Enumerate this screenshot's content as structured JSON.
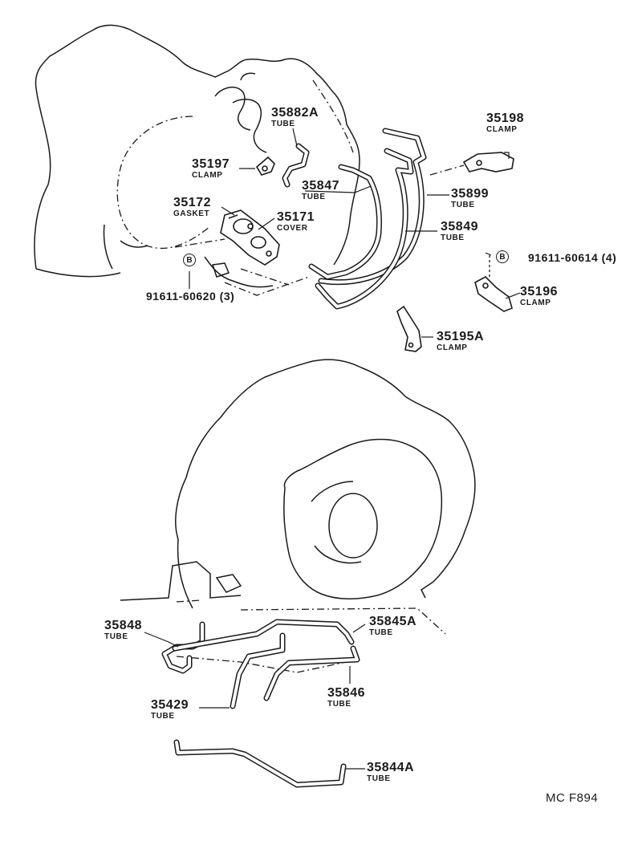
{
  "diagram": {
    "footer_code": "MC F894",
    "parts": [
      {
        "id": "p35882a",
        "number": "35882A",
        "name": "TUBE"
      },
      {
        "id": "p35198",
        "number": "35198",
        "name": "CLAMP"
      },
      {
        "id": "p35197",
        "number": "35197",
        "name": "CLAMP"
      },
      {
        "id": "p35847",
        "number": "35847",
        "name": "TUBE"
      },
      {
        "id": "p35899",
        "number": "35899",
        "name": "TUBE"
      },
      {
        "id": "p35172",
        "number": "35172",
        "name": "GASKET"
      },
      {
        "id": "p35171",
        "number": "35171",
        "name": "COVER"
      },
      {
        "id": "p35849",
        "number": "35849",
        "name": "TUBE"
      },
      {
        "id": "p35196",
        "number": "35196",
        "name": "CLAMP"
      },
      {
        "id": "p35195a",
        "number": "35195A",
        "name": "CLAMP"
      },
      {
        "id": "p35848",
        "number": "35848",
        "name": "TUBE"
      },
      {
        "id": "p35845a",
        "number": "35845A",
        "name": "TUBE"
      },
      {
        "id": "p35846",
        "number": "35846",
        "name": "TUBE"
      },
      {
        "id": "p35429",
        "number": "35429",
        "name": "TUBE"
      },
      {
        "id": "p35844a",
        "number": "35844A",
        "name": "TUBE"
      }
    ],
    "bolts": [
      {
        "id": "bolt1",
        "marker": "B",
        "number": "91611-60614",
        "qty": "(4)"
      },
      {
        "id": "bolt2",
        "marker": "B",
        "number": "91611-60620",
        "qty": "(3)"
      }
    ]
  }
}
